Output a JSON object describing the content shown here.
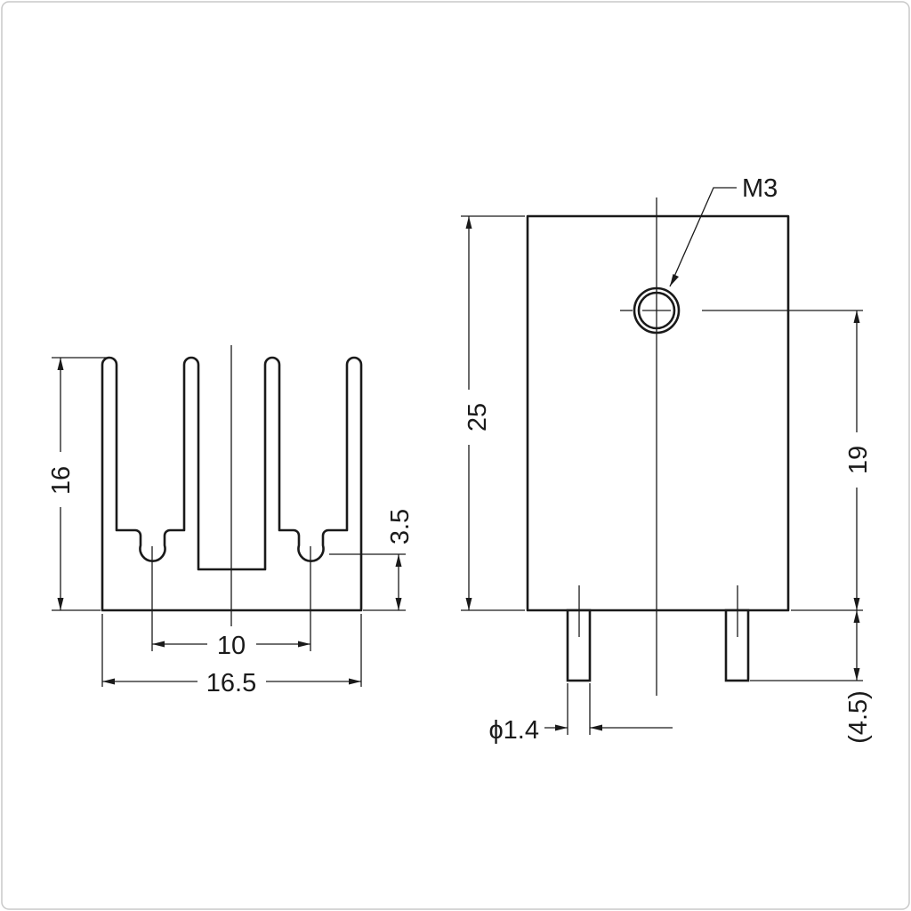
{
  "dimensions": {
    "front_height": "16",
    "slot_depth": "3.5",
    "hole_spacing": "10",
    "total_width": "16.5",
    "side_height": "25",
    "hole_height": "19",
    "pin_length": "(4.5)",
    "pin_diameter": "ϕ1.4",
    "tap_hole": "M3"
  }
}
